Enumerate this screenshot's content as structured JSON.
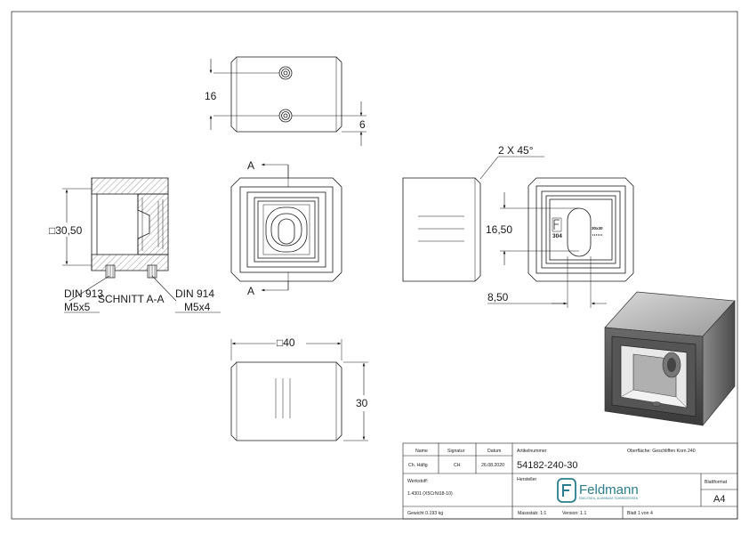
{
  "dimensions": {
    "top_height": "16",
    "top_offset": "6",
    "section_square": "□30,50",
    "front_bevel": "2 X 45°",
    "side_height": "16,50",
    "side_width": "8,50",
    "bottom_square": "□40",
    "bottom_height": "30"
  },
  "section": {
    "marker": "A",
    "label": "SCHNITT A-A",
    "screw_left_name": "DIN 913",
    "screw_left_size": "M5x5",
    "screw_right_name": "DIN 914",
    "screw_right_size": "M5x4"
  },
  "part_marking": {
    "material": "304",
    "size": "30x30"
  },
  "title_block": {
    "name_label": "Name",
    "signature_label": "Signatur",
    "date_label": "Datum",
    "name_value": "Ch. Häfig",
    "signature_value": "CH",
    "date_value": "26.08.2020",
    "article_label": "Artikelnummer",
    "article_number": "54182-240-30",
    "surface": "Oberfläche: Geschliffen Korn 240",
    "material_label": "Werkstoff:",
    "material_value": "1.4301 (X5CrNi18-10)",
    "manufacturer_label": "Hersteller",
    "brand": "Feldmann",
    "brand_tagline": "EDELSTAHL, ALUMINIUM, SCHMIEDEEISEN",
    "format_label": "Blattformat",
    "format_value": "A4",
    "weight": "Gewicht 0.193 kg",
    "scale": "Massstab: 1:1",
    "version": "Version: 1.1",
    "sheet": "Blatt 1 von 4"
  }
}
